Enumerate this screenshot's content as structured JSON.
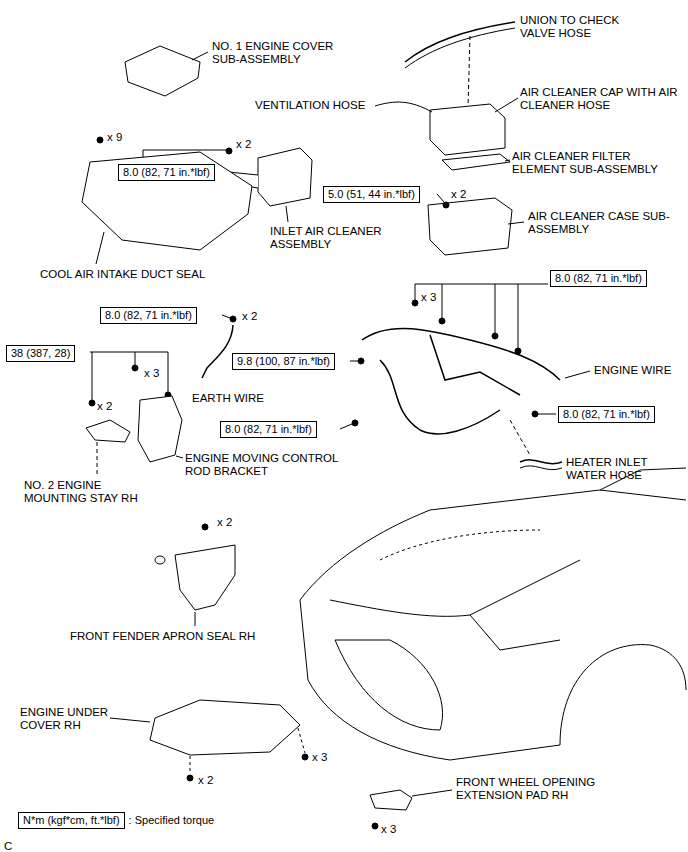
{
  "diagram": {
    "nodes": [
      {
        "text": [
          "8.0 (82, 71 in.*lbf)"
        ]
      },
      {
        "text": [
          "5.0 (51, 44 in.*lbf)"
        ]
      },
      {
        "text": [
          "8.0 (82, 71 in.*lbf)"
        ]
      },
      {
        "text": [
          "8.0 (82, 71 in.*lbf)"
        ]
      },
      {
        "text": [
          "38 (387, 28)"
        ]
      },
      {
        "text": [
          "9.8 (100, 87 in.*lbf)"
        ]
      },
      {
        "text": [
          "8.0 (82, 71 in.*lbf)"
        ]
      },
      {
        "text": [
          "8.0 (82, 71 in.*lbf)"
        ]
      },
      {
        "text": [
          "N*m (kgf*cm, ft.*lbf)",
          ": Specified torque"
        ]
      }
    ],
    "labels": [
      "NO. 1 ENGINE COVER SUB-ASSEMBLY",
      "UNION TO CHECK VALVE HOSE",
      "AIR CLEANER CAP WITH AIR CLEANER HOSE",
      "VENTILATION HOSE",
      "AIR CLEANER FILTER ELEMENT SUB-ASSEMBLY",
      "AIR CLEANER CASE SUB-ASSEMBLY",
      "INLET AIR CLEANER ASSEMBLY",
      "COOL AIR INTAKE DUCT SEAL",
      "x 9",
      "x 2",
      "x 2",
      "x 3",
      "x 2",
      "x 3",
      "EARTH WIRE",
      "x 2",
      "ENGINE WIRE",
      "ENGINE MOVING CONTROL ROD BRACKET",
      "HEATER INLET WATER HOSE",
      "NO. 2 ENGINE MOUNTING STAY RH",
      "x 2",
      "FRONT FENDER APRON SEAL RH",
      "ENGINE UNDER COVER RH",
      "x 3",
      "x 2",
      "FRONT WHEEL OPENING EXTENSION PAD RH",
      "x 3",
      "C"
    ]
  }
}
